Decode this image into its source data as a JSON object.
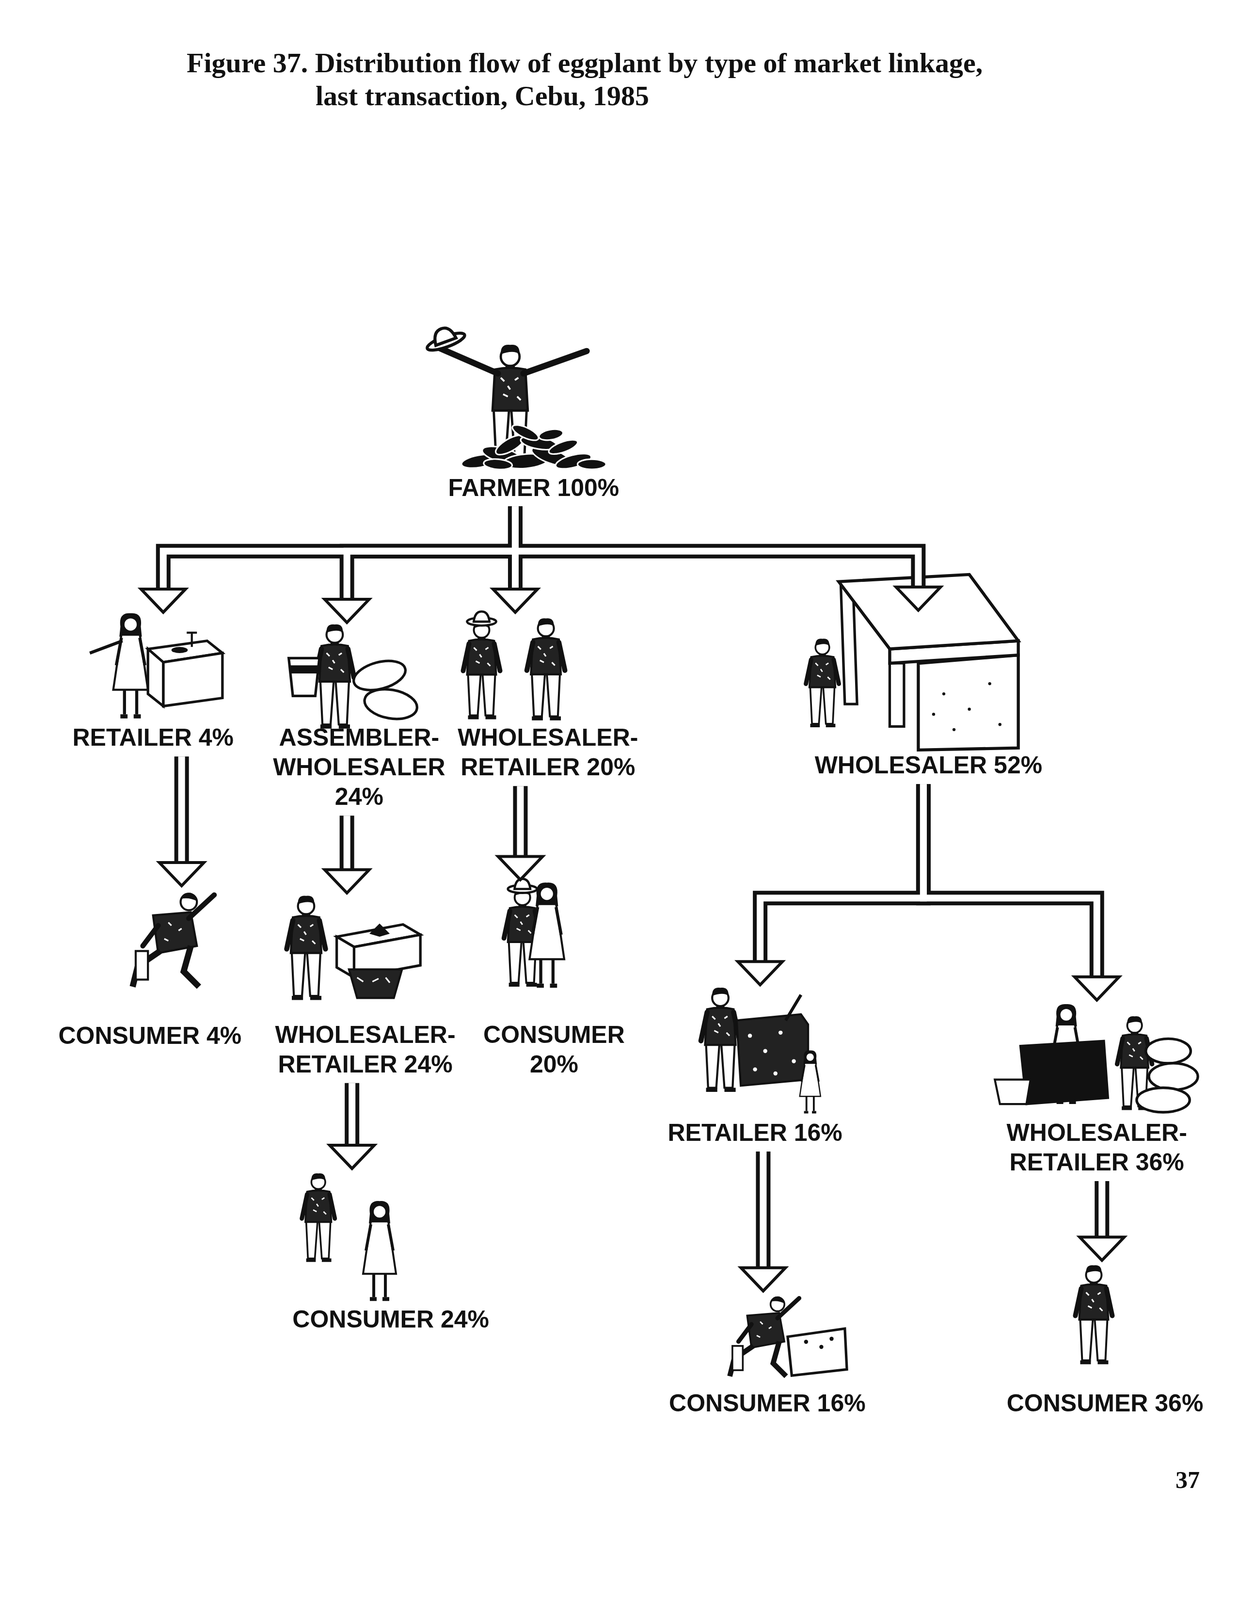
{
  "diagram": {
    "title": "Figure 37. Distribution flow of eggplant by type of market linkage, last transaction, Cebu, 1985",
    "nodes": [
      {
        "text": [
          "FARMER 100%"
        ]
      },
      {
        "text": [
          "RETAILER 4%"
        ]
      },
      {
        "text": [
          "ASSEMBLER- WHOLESALER 24%"
        ]
      },
      {
        "text": [
          "WHOLESALER- RETAILER 20%"
        ]
      },
      {
        "text": [
          "WHOLESALER 52%"
        ]
      },
      {
        "text": [
          "CONSUMER 4%"
        ]
      },
      {
        "text": [
          "WHOLESALER- RETAILER 24%"
        ]
      },
      {
        "text": [
          "CONSUMER 20%"
        ]
      },
      {
        "text": [
          "RETAILER 16%"
        ]
      },
      {
        "text": [
          "WHOLESALER- RETAILER 36%"
        ]
      },
      {
        "text": [
          "CONSUMER 24%"
        ]
      },
      {
        "text": [
          "CONSUMER 16%"
        ]
      },
      {
        "text": [
          "CONSUMER 36%"
        ]
      }
    ],
    "edges": [
      {
        "from": 0,
        "to": 1,
        "arrow": "to"
      },
      {
        "from": 0,
        "to": 2,
        "arrow": "to"
      },
      {
        "from": 0,
        "to": 3,
        "arrow": "to"
      },
      {
        "from": 0,
        "to": 4,
        "arrow": "to"
      },
      {
        "from": 1,
        "to": 5,
        "arrow": "to"
      },
      {
        "from": 2,
        "to": 6,
        "arrow": "to"
      },
      {
        "from": 3,
        "to": 7,
        "arrow": "to"
      },
      {
        "from": 4,
        "to": 8,
        "arrow": "to"
      },
      {
        "from": 4,
        "to": 9,
        "arrow": "to"
      },
      {
        "from": 6,
        "to": 10,
        "arrow": "to"
      },
      {
        "from": 8,
        "to": 11,
        "arrow": "to"
      },
      {
        "from": 9,
        "to": 12,
        "arrow": "to"
      }
    ],
    "labels": [
      "37"
    ]
  }
}
